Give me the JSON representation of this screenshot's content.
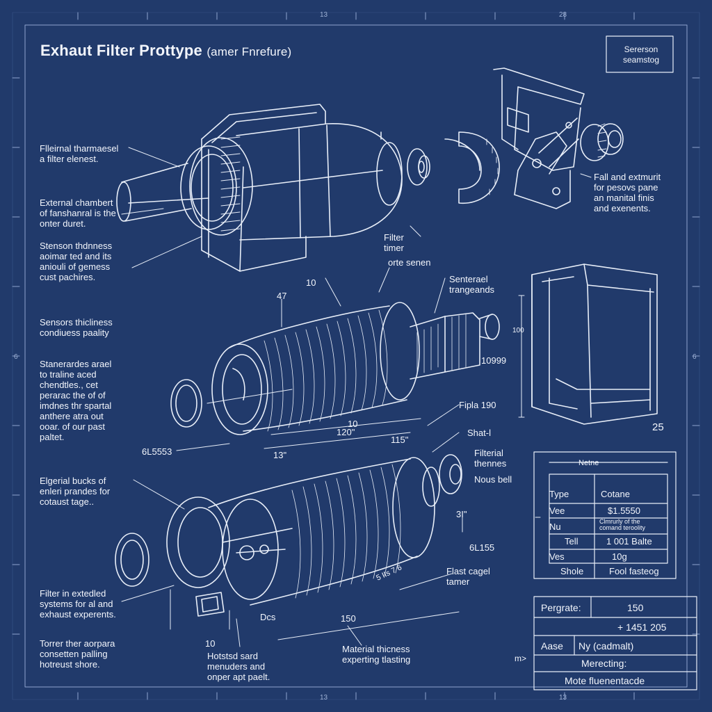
{
  "title": {
    "main": "Exhaut Filter Prottype",
    "sub": "(amer Fnrefure)"
  },
  "corner_box": "Sererson\nseamstog",
  "left_notes": [
    "Flleirnal tharmaesel\na filter elenest.",
    "External chambert\nof fanshanral is the\nonter duret.",
    "Stenson thdnness\naoimar ted and its\naniouli of gemess\ncust pachires.",
    "Sensors thicliness\ncondiuess paality",
    "Stanerardes arael\nto traline aced\nchendtles., cet\nperarac the of of\nimdnes thr spartal\nanthere atra out\nooar. of our past\npaltet.",
    "Elgerial bucks of\nenleri prandes for\ncotaust tage..",
    "Filter in extedled\nsystems for al and\nexhaust experents.",
    "Torrer ther aorpara\nconsetten palling\nhotreust shore."
  ],
  "right_notes": {
    "bracket": "Fall and extmurit\nfor pesovs pane\nan manital finis\nand exenents.",
    "filter_timer": "Filter\ntimer",
    "orte_senen": "orte senen",
    "senterael": "Senterael\ntrangeands",
    "fipla": "Fipla 190",
    "shatl": "Shat-l",
    "filterial": "Filterial\nthennes",
    "nous": "Nous bell",
    "flast": "Flast cagel\ntamer",
    "material": "Material thicness\nexperting tlasting",
    "hotstosd": "Hotstsd sard\nmenuders and\nonper apt paelt."
  },
  "dimensions": {
    "d10a": "10",
    "d47": "47",
    "d10999": "10999",
    "d100": "100",
    "d25": "25",
    "d6l5553": "6L5553",
    "d10b": "10",
    "d120": "120\"",
    "d13": "13\"",
    "d115": "115\"",
    "d31": "3I\"",
    "d6l155": "6L155",
    "dcs": "Dcs",
    "d150": "150",
    "d10c": "10",
    "dans": "5 IIs 7 6",
    "dm": "m>"
  },
  "spec_table": {
    "header": "Netne",
    "rows": [
      {
        "k": "Type",
        "v": "Cotane"
      },
      {
        "k": "Vee",
        "v": "$1.5550"
      },
      {
        "k": "Nu",
        "v": "Clmrurly of the\ncomand teroolity"
      },
      {
        "k": "Tell",
        "v": "1 001 Balte"
      },
      {
        "k": "Ves",
        "v": "10g"
      },
      {
        "k": "Shole",
        "v": "Fool fasteog"
      }
    ]
  },
  "bottom_table": {
    "r1k": "Pergrate:",
    "r1v": "150",
    "r2v": "+ 1451 205",
    "r3k": "Aase",
    "r3v": "Ny (cadmalt)",
    "r4": "Merecting:",
    "r5": "Mote fluenentacde"
  },
  "edge_marks": {
    "t1": "13",
    "t2": "28",
    "b1": "13",
    "b2": "13",
    "l": "6",
    "r": "6"
  },
  "colors": {
    "background": "#213a6b",
    "line": "#e8eef8"
  }
}
